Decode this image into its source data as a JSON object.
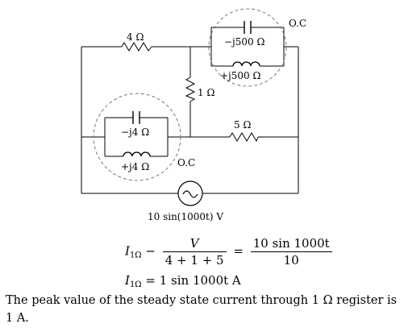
{
  "circuit": {
    "r_top": "4 Ω",
    "r_mid": "1 Ω",
    "r_right": "5 Ω",
    "cap_top": "−j500 Ω",
    "ind_top": "+j500 Ω",
    "cap_left": "−j4 Ω",
    "ind_left": "+j4 Ω",
    "oc_top": "O.C",
    "oc_left": "O.C",
    "source": "10 sin(1000t) V"
  },
  "equations": {
    "eq1": {
      "lhs_symbol": "I",
      "lhs_sub": "1Ω",
      "op1": "−",
      "frac1_num": "V",
      "frac1_den": "4 + 1 + 5",
      "op2": "=",
      "frac2_num": "10 sin 1000t",
      "frac2_den": "10"
    },
    "eq2": {
      "lhs_symbol": "I",
      "lhs_sub": "1Ω",
      "rhs": "= 1 sin 1000t A"
    }
  },
  "conclusion": "The peak value of the steady state current through 1 Ω register is 1 A."
}
